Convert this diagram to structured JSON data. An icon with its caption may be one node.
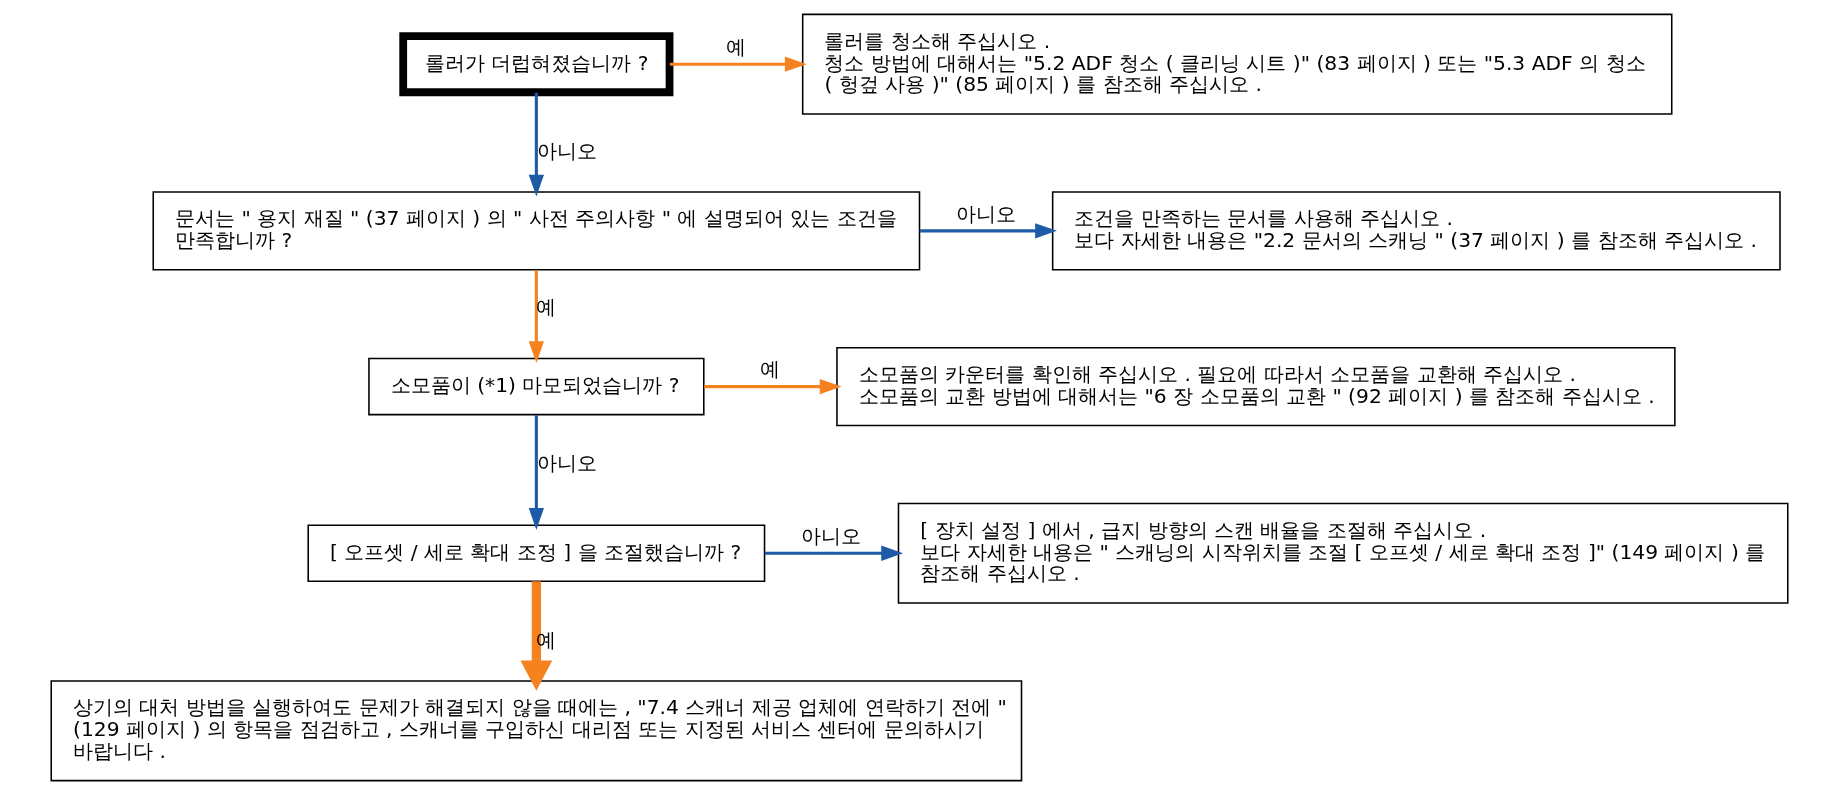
{
  "diagram": {
    "nodes": [
      {
        "text": [
          "롤러가 더럽혀졌습니까 ?"
        ]
      },
      {
        "text": [
          "롤러를 청소해 주십시오 .",
          "청소 방법에 대해서는 \"5.2 ADF 청소 ( 클리닝 시트 )\" (83 페이지 ) 또는 \"5.3 ADF 의 청소 ( 헝겊 사용 )\" (85 페이지 ) 를 참조해 주십시오 ."
        ]
      },
      {
        "text": [
          "문서는 \" 용지 재질 \" (37 페이지 ) 의 \" 사전 주의사항 \" 에 설명되어 있는 조건을 만족합니까 ?"
        ]
      },
      {
        "text": [
          "조건을 만족하는 문서를 사용해 주십시오 .",
          "보다 자세한 내용은 \"2.2 문서의 스캐닝 \" (37 페이지 ) 를 참조해 주십시오 ."
        ]
      },
      {
        "text": [
          "소모품이 (*1) 마모되었습니까 ?"
        ]
      },
      {
        "text": [
          "소모품의 카운터를 확인해 주십시오 . 필요에 따라서 소모품을 교환해 주십시오 .",
          "소모품의 교환 방법에 대해서는 \"6 장 소모품의 교환 \" (92 페이지 ) 를 참조해 주십시오 ."
        ]
      },
      {
        "text": [
          "[ 오프셋 / 세로 확대 조정 ] 을 조절했습니까 ?"
        ]
      },
      {
        "text": [
          "[ 장치 설정 ] 에서 , 급지 방향의 스캔 배율을 조절해 주십시오 .",
          "보다 자세한 내용은 \" 스캐닝의 시작위치를 조절 [ 오프셋 / 세로 확대 조정 ]\" (149 페이지 ) 를 참조해 주십시오 ."
        ]
      },
      {
        "text": [
          "상기의 대처 방법을 실행하여도 문제가 해결되지 않을 때에는 , \"7.4 스캐너 제공 업체에 연락하기 전에 \" (129 페이지 ) 의 항목을 점검하고 , 스캐너를 구입하신 대리점 또는 지정된 서비스 센터에 문의하시기 바랍니다 ."
        ]
      }
    ],
    "edges": [
      {
        "from": 0,
        "to": 1,
        "arrow": "to",
        "label": "예",
        "color": "#f5821f"
      },
      {
        "from": 0,
        "to": 2,
        "arrow": "to",
        "label": "아니오",
        "color": "#1f5aa6"
      },
      {
        "from": 2,
        "to": 3,
        "arrow": "to",
        "label": "아니오",
        "color": "#1f5aa6"
      },
      {
        "from": 2,
        "to": 4,
        "arrow": "to",
        "label": "예",
        "color": "#f5821f"
      },
      {
        "from": 4,
        "to": 5,
        "arrow": "to",
        "label": "예",
        "color": "#f5821f"
      },
      {
        "from": 4,
        "to": 6,
        "arrow": "to",
        "label": "아니오",
        "color": "#1f5aa6"
      },
      {
        "from": 6,
        "to": 7,
        "arrow": "to",
        "label": "아니오",
        "color": "#1f5aa6"
      },
      {
        "from": 6,
        "to": 8,
        "arrow": "to",
        "label": "예",
        "style": "thick",
        "color": "#f5821f"
      }
    ]
  }
}
